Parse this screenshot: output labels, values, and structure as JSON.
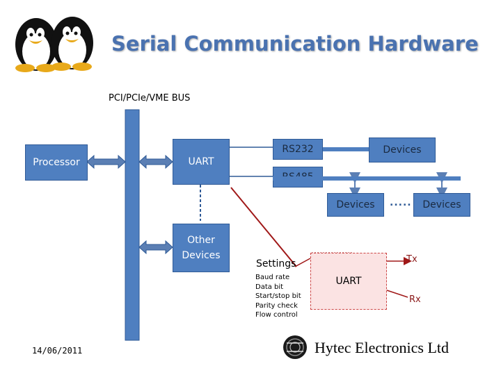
{
  "title": "Serial Communication Hardware",
  "bus_label": "PCI/PCIe/VME BUS",
  "blocks": {
    "processor": "Processor",
    "uart": "UART",
    "other_devices": "Other Devices",
    "rs232": "RS232",
    "rs485": "RS485",
    "devices_top": "Devices",
    "devices_left": "Devices",
    "devices_right": "Devices",
    "dots": "....."
  },
  "settings": {
    "title": "Settings",
    "items": [
      "Baud rate",
      "Data bit",
      "Start/stop bit",
      "Parity check",
      "Flow control"
    ]
  },
  "uart_detail": {
    "label": "UART",
    "tx": "Tx",
    "rx": "Rx"
  },
  "footer": {
    "date": "14/06/2011",
    "company": "Hytec Electronics Ltd"
  },
  "colors": {
    "box_fill": "#4f7fc0",
    "title": "#4a72b0",
    "line_red": "#a01818"
  },
  "icons": {
    "logo": "penguin-logo-icon",
    "company_logo": "hytec-logo-icon"
  }
}
